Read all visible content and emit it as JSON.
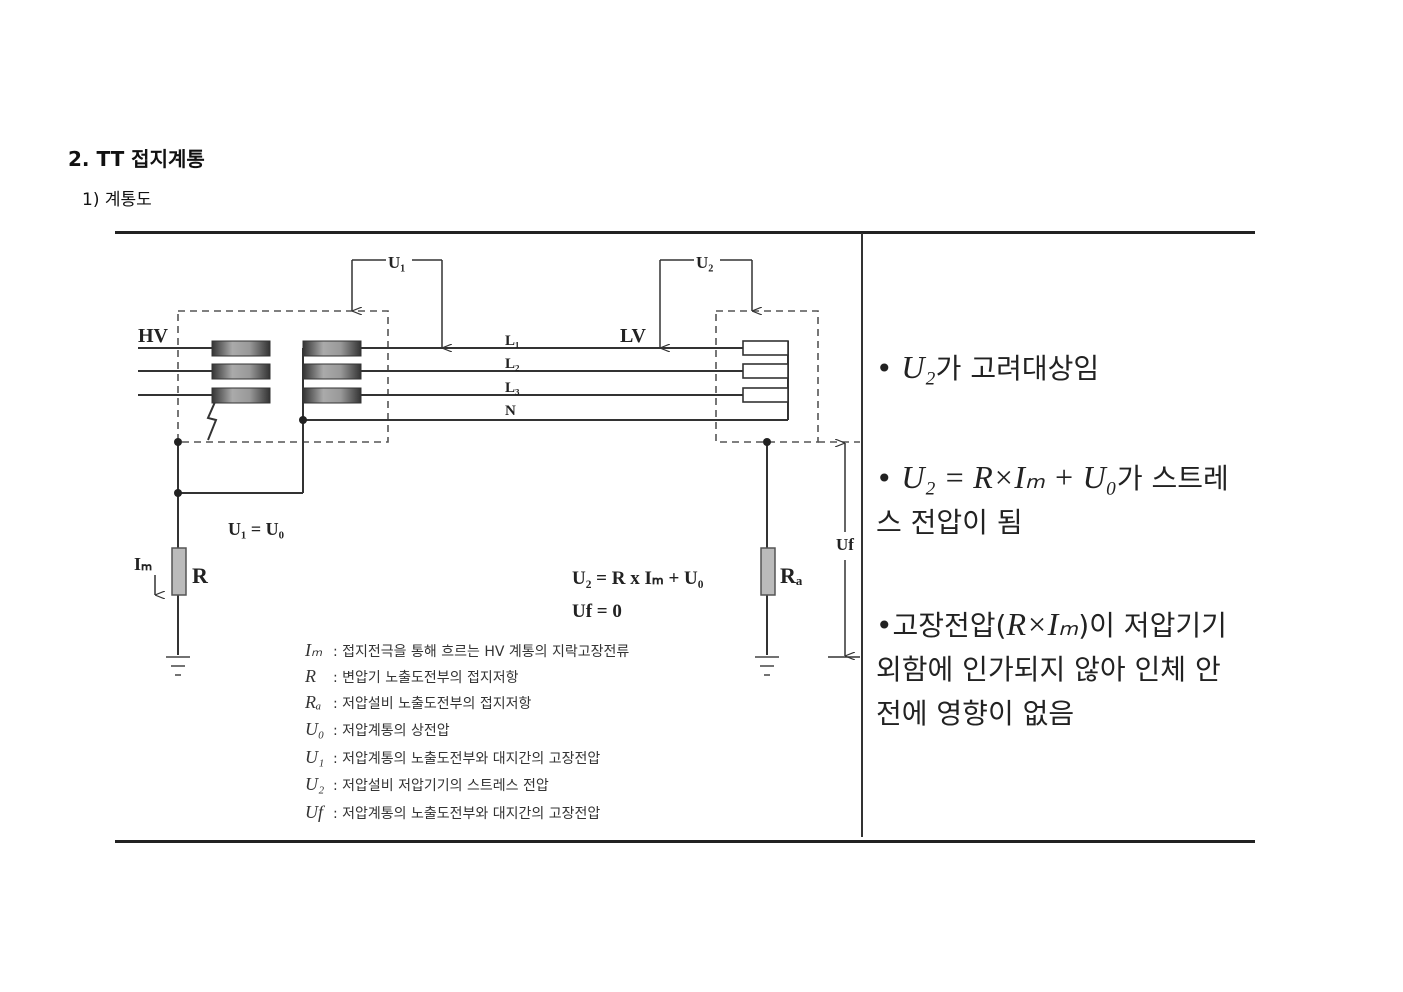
{
  "section_title": "2. TT 접지계통",
  "subsection_title": "1) 계통도",
  "diagram": {
    "hv": "HV",
    "lv": "LV",
    "u1": "U₁",
    "u2": "U₂",
    "uf": "Uf",
    "lines": [
      "L₁",
      "L₂",
      "L₃",
      "N"
    ],
    "im": "Iₘ",
    "r": "R",
    "ra": "Rₐ",
    "eq1": "U₁ = U₀",
    "eq2": "U₂ = R x Iₘ + U₀",
    "eq3": "Uf = 0"
  },
  "legend": [
    {
      "sym": "Iₘ",
      "text": ": 접지전극을 통해 흐르는 HV 계통의 지락고장전류"
    },
    {
      "sym": "R",
      "text": ": 변압기 노출도전부의 접지저항"
    },
    {
      "sym": "Rₐ",
      "text": ": 저압설비 노출도전부의 접지저항"
    },
    {
      "sym": "U₀",
      "text": ": 저압계통의 상전압"
    },
    {
      "sym": "U₁",
      "text": ": 저압계통의 노출도전부와 대지간의 고장전압"
    },
    {
      "sym": "U₂",
      "text": ": 저압설비 저압기기의 스트레스 전압"
    },
    {
      "sym": "Uf",
      "text": ": 저압계통의 노출도전부와 대지간의 고장전압"
    }
  ],
  "notes": {
    "b1_math": "U₂",
    "b1_text": "가 고려대상임",
    "b2_math": "U₂ = R×Iₘ + U₀",
    "b2_text": "가 스트레스 전압이 됨",
    "b3_pre": "고장전압(",
    "b3_math": "R×Iₘ",
    "b3_text": ")이 저압기기 외함에 인가되지 않아 인체 안전에 영향이 없음"
  }
}
